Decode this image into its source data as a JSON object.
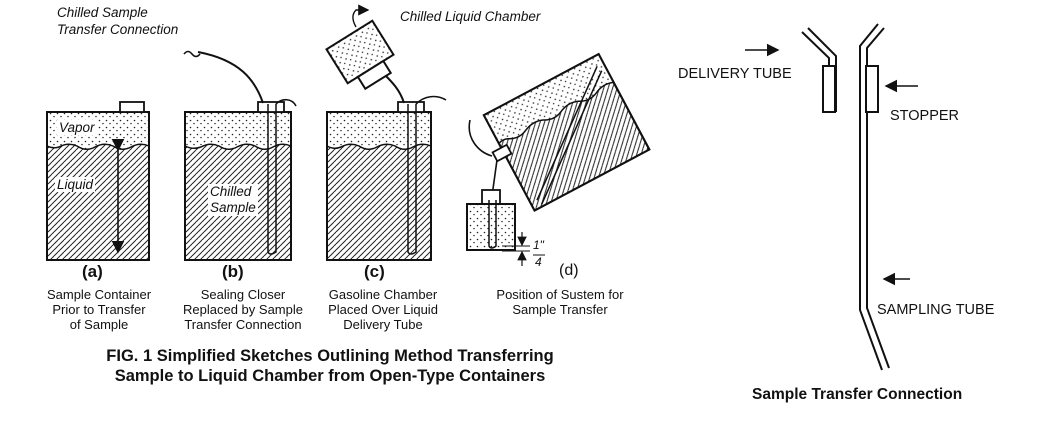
{
  "left_figure": {
    "callouts": {
      "transfer_connection": [
        "Chilled Sample",
        "Transfer Connection"
      ],
      "liquid_chamber": "Chilled Liquid Chamber",
      "vapor": "Vapor",
      "liquid": "Liquid",
      "chilled_sample": [
        "Chilled",
        "Sample"
      ],
      "quarter_inch": [
        "1\"",
        "4"
      ]
    },
    "panels": [
      {
        "letter": "(a)",
        "caption": [
          "Sample Container",
          "Prior to Transfer",
          "of Sample"
        ]
      },
      {
        "letter": "(b)",
        "caption": [
          "Sealing Closer",
          "Replaced by Sample",
          "Transfer Connection"
        ]
      },
      {
        "letter": "(c)",
        "caption": [
          "Gasoline Chamber",
          "Placed Over Liquid",
          "Delivery Tube"
        ]
      },
      {
        "letter": "(d)",
        "caption": [
          "Position of Sustem for",
          "Sample Transfer"
        ]
      }
    ],
    "figure_caption": [
      "FIG. 1  Simplified Sketches Outlining Method Transferring",
      "Sample to Liquid Chamber from Open-Type Containers"
    ]
  },
  "right_figure": {
    "labels": {
      "delivery_tube": "DELIVERY TUBE",
      "stopper": "STOPPER",
      "sampling_tube": "SAMPLING TUBE"
    },
    "caption": "Sample Transfer Connection"
  }
}
